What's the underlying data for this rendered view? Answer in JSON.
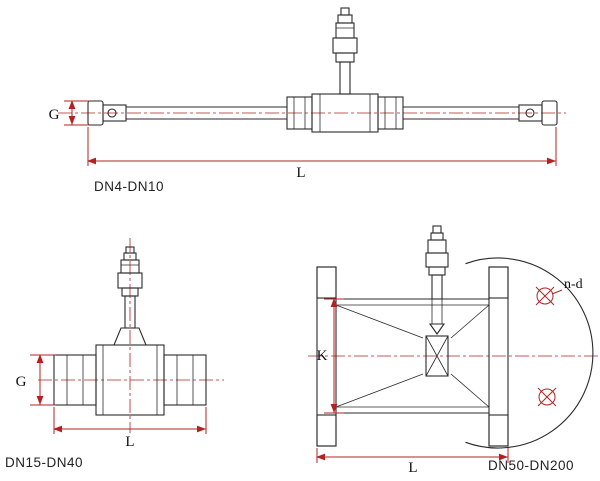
{
  "colors": {
    "background": "#ffffff",
    "drawing_line": "#2a2a2a",
    "dimension_line": "#b22222",
    "centerline": "#b22222",
    "label_text": "#222222"
  },
  "views": {
    "top": {
      "name": "DN4-DN10",
      "dims": {
        "g": "G",
        "l": "L"
      }
    },
    "bottom_left": {
      "name": "DN15-DN40",
      "dims": {
        "g": "G",
        "l": "L"
      }
    },
    "bottom_right": {
      "name": "DN50-DN200",
      "dims": {
        "k": "K",
        "l": "L",
        "bolt_holes": "n-d"
      }
    }
  }
}
